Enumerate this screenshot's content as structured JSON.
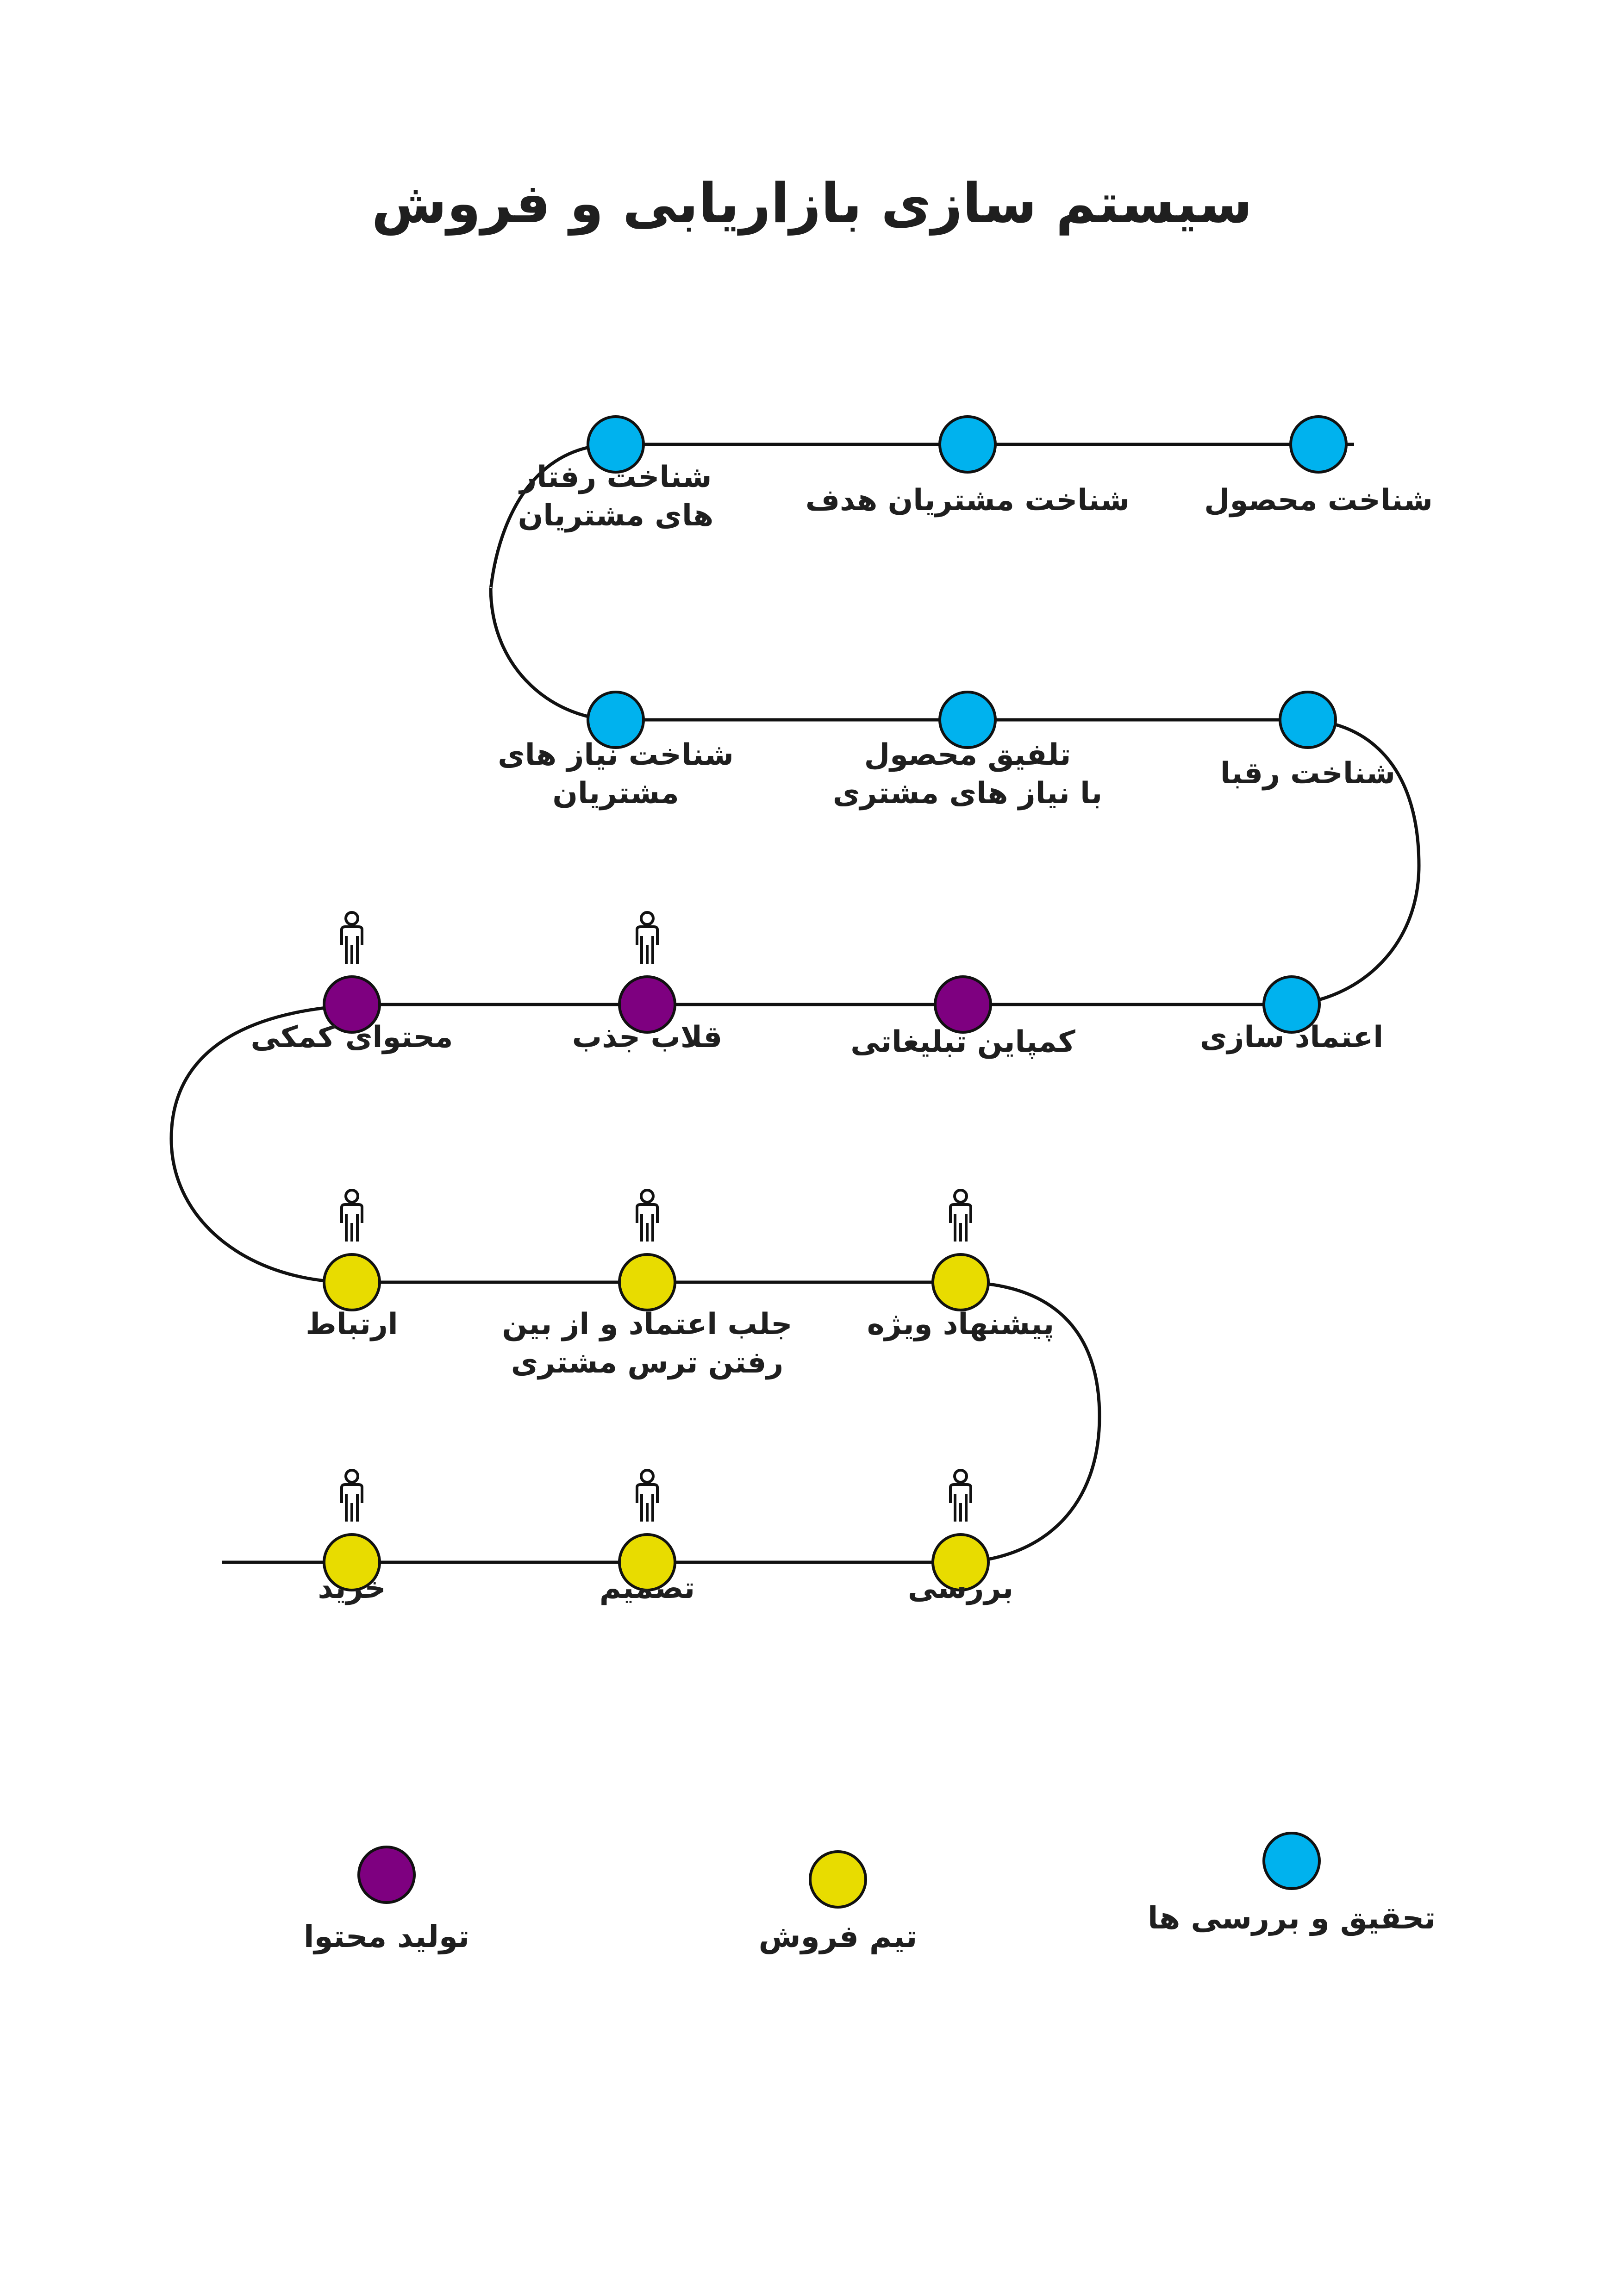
{
  "title": "سیستم سازی بازاریابی و فروش",
  "colors": {
    "research": "#00B2EE",
    "content": "#7E0080",
    "sales": "#E8DC00",
    "line": "#111111"
  },
  "icons": {
    "person": "person-icon"
  },
  "steps": [
    {
      "id": "s1",
      "label": "شناخت محصول",
      "group": "research",
      "person": false
    },
    {
      "id": "s2",
      "label": "شناخت مشتریان هدف",
      "group": "research",
      "person": false
    },
    {
      "id": "s3",
      "label": "شناخت رفتار\nهای مشتریان",
      "group": "research",
      "person": false
    },
    {
      "id": "s4",
      "label": "شناخت نیاز های\nمشتریان",
      "group": "research",
      "person": false
    },
    {
      "id": "s5",
      "label": "تلفیق محصول\nبا نیاز های مشتری",
      "group": "research",
      "person": false
    },
    {
      "id": "s6",
      "label": "شناخت رقبا",
      "group": "research",
      "person": false
    },
    {
      "id": "s7",
      "label": "اعتماد سازی",
      "group": "research",
      "person": false
    },
    {
      "id": "s8",
      "label": "کمپاین تبلیغاتی",
      "group": "content",
      "person": false
    },
    {
      "id": "s9",
      "label": "قلاب جذب",
      "group": "content",
      "person": true
    },
    {
      "id": "s10",
      "label": "محتوای کمکی",
      "group": "content",
      "person": true
    },
    {
      "id": "s11",
      "label": "ارتباط",
      "group": "sales",
      "person": true
    },
    {
      "id": "s12",
      "label": "جلب اعتماد و از بین\nرفتن ترس مشتری",
      "group": "sales",
      "person": true
    },
    {
      "id": "s13",
      "label": "پیشنهاد ویژه",
      "group": "sales",
      "person": true
    },
    {
      "id": "s14",
      "label": "بررسی",
      "group": "sales",
      "person": true
    },
    {
      "id": "s15",
      "label": "تصمیم",
      "group": "sales",
      "person": true
    },
    {
      "id": "s16",
      "label": "خرید",
      "group": "sales",
      "person": true
    }
  ],
  "legend": [
    {
      "group": "research",
      "label": "تحقیق و بررسی ها"
    },
    {
      "group": "sales",
      "label": "تیم فروش"
    },
    {
      "group": "content",
      "label": "تولید محتوا"
    }
  ]
}
